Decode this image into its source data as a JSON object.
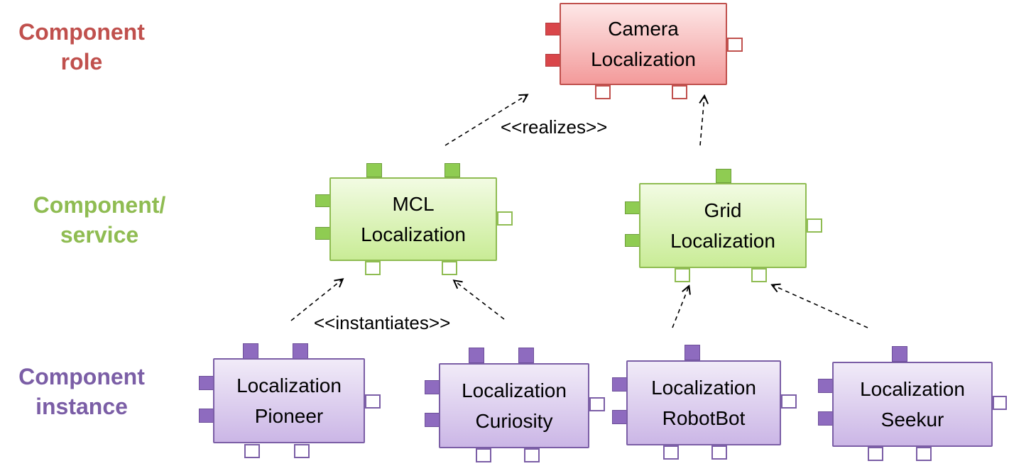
{
  "levels": {
    "role": {
      "label": "Component\nrole",
      "color": "#c0504d"
    },
    "service": {
      "label": "Component/\nservice",
      "color": "#8fbc52"
    },
    "instance": {
      "label": "Component\ninstance",
      "color": "#7b5ea6"
    }
  },
  "components": {
    "camera": {
      "label": "Camera\nLocalization"
    },
    "mcl": {
      "label": "MCL\nLocalization"
    },
    "grid": {
      "label": "Grid\nLocalization"
    },
    "pioneer": {
      "label": "Localization\nPioneer"
    },
    "curiosity": {
      "label": "Localization\nCuriosity"
    },
    "robotbot": {
      "label": "Localization\nRobotBot"
    },
    "seekur": {
      "label": "Localization\nSeekur"
    }
  },
  "relations": {
    "realizes": "<<realizes>>",
    "instantiates": "<<instantiates>>"
  }
}
